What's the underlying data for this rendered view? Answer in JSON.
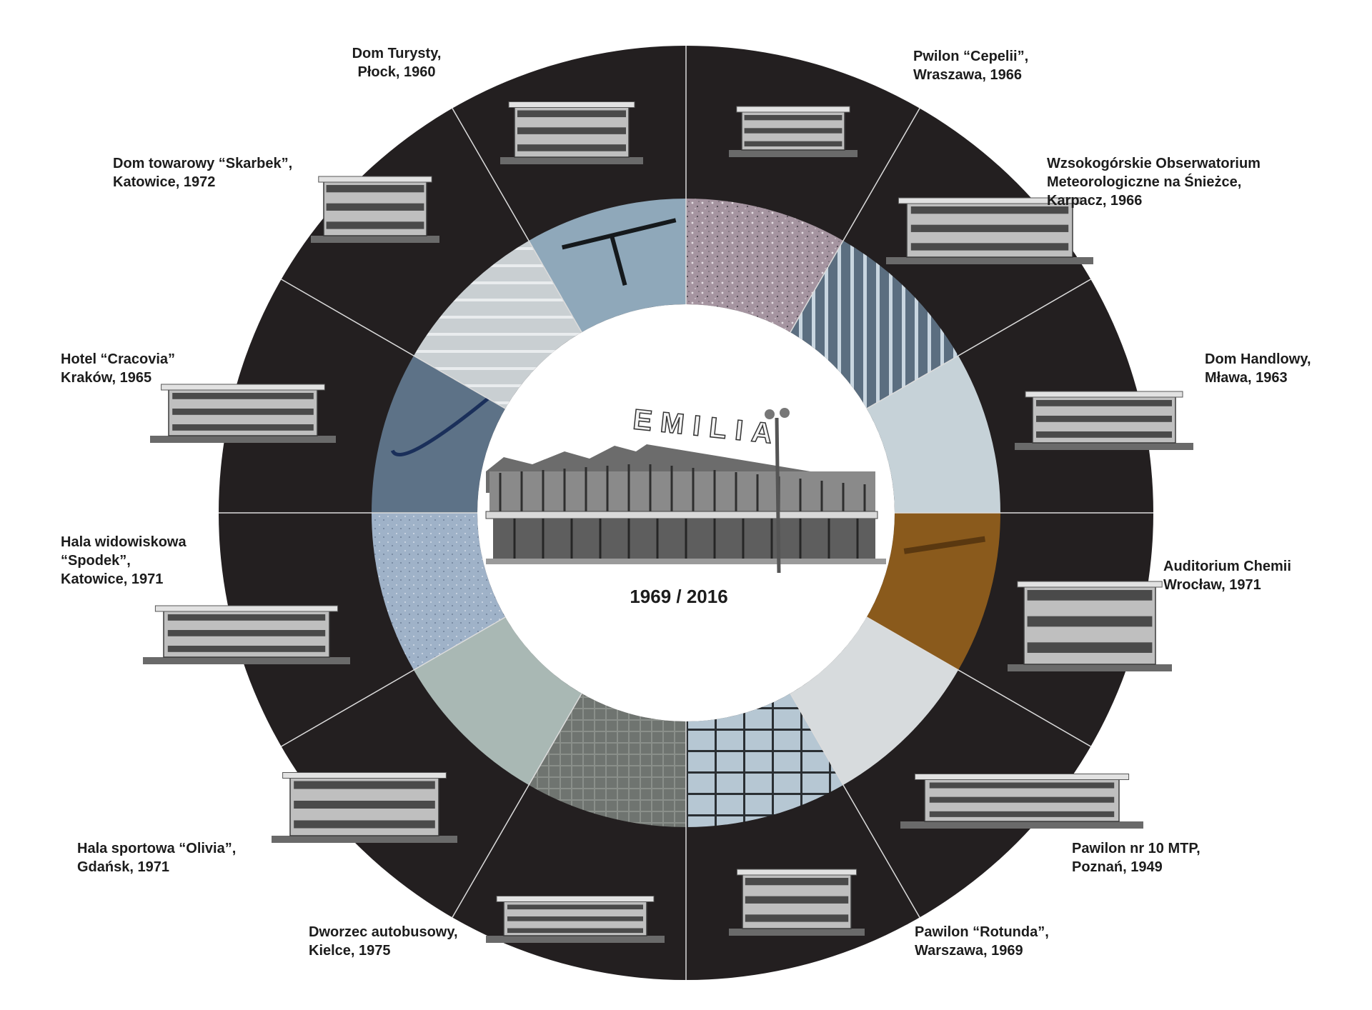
{
  "center": {
    "sign": "EMILIA",
    "years": "1969 / 2016"
  },
  "buildings": [
    {
      "id": "dom-turysty",
      "lines": [
        "Dom Turysty,",
        "Płock, 1960"
      ]
    },
    {
      "id": "pawilon-cepelii",
      "lines": [
        "Pwilon “Cepelii”,",
        "Wraszawa, 1966"
      ]
    },
    {
      "id": "obserwatorium",
      "lines": [
        "Wzsokogórskie Obserwatorium",
        "Meteorologiczne na Śnieżce,",
        "Karpacz, 1966"
      ]
    },
    {
      "id": "dom-handlowy",
      "lines": [
        "Dom Handlowy,",
        "Mława, 1963"
      ]
    },
    {
      "id": "auditorium-chemii",
      "lines": [
        "Auditorium Chemii",
        "Wrocław, 1971"
      ]
    },
    {
      "id": "pawilon-mtp",
      "lines": [
        "Pawilon nr 10 MTP,",
        "Poznań, 1949"
      ]
    },
    {
      "id": "pawilon-rotunda",
      "lines": [
        "Pawilon “Rotunda”,",
        "Warszawa, 1969"
      ]
    },
    {
      "id": "dworzec-kielce",
      "lines": [
        "Dworzec autobusowy,",
        "Kielce, 1975"
      ]
    },
    {
      "id": "hala-olivia",
      "lines": [
        "Hala sportowa “Olivia”,",
        "Gdańsk, 1971"
      ]
    },
    {
      "id": "hala-spodek",
      "lines": [
        "Hala widowiskowa",
        "“Spodek”,",
        "Katowice, 1971"
      ]
    },
    {
      "id": "hotel-cracovia",
      "lines": [
        "Hotel “Cracovia”",
        "Kraków, 1965"
      ]
    },
    {
      "id": "dom-skarbek",
      "lines": [
        "Dom towarowy “Skarbek”,",
        "Katowice, 1972"
      ]
    }
  ],
  "colors": {
    "ring": "#231f20",
    "divider": "#d8d8d8",
    "glass": "#9fb6c6",
    "terrazzo": "#9a8a94",
    "steel": "#7e8f9c",
    "wood": "#8a5a1c"
  }
}
